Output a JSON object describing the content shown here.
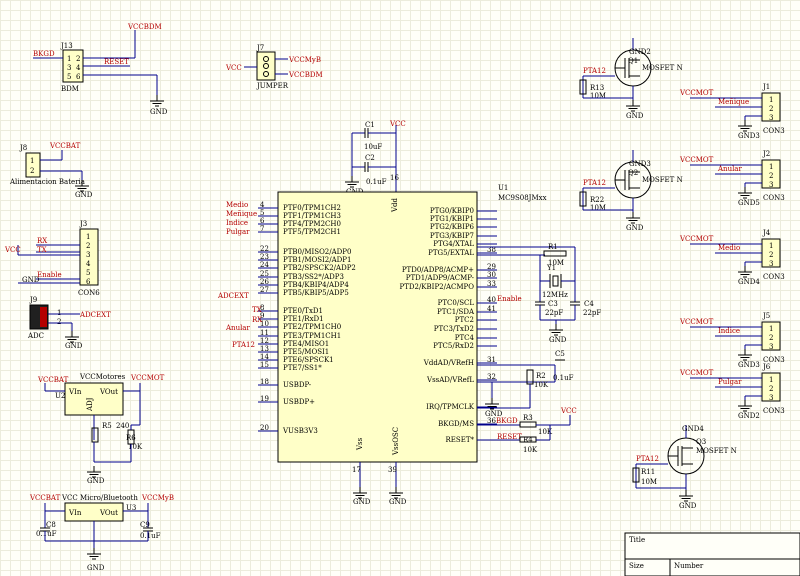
{
  "mcu": {
    "ref": "U1",
    "part": "MC9S08JMxx",
    "left_pins": [
      {
        "num": "4",
        "name": "PTF0/TPM1CH2"
      },
      {
        "num": "5",
        "name": "PTF1/TPM1CH3"
      },
      {
        "num": "6",
        "name": "PTF4/TPM2CH0"
      },
      {
        "num": "7",
        "name": "PTF5/TPM2CH1"
      },
      {
        "num": "22",
        "name": "PTB0/MISO2/ADP0"
      },
      {
        "num": "23",
        "name": "PTB1/MOSI2/ADP1"
      },
      {
        "num": "24",
        "name": "PTB2/SPSCK2/ADP2"
      },
      {
        "num": "25",
        "name": "PTB3/SS2*/ADP3"
      },
      {
        "num": "26",
        "name": "PTB4/KBIP4/ADP4"
      },
      {
        "num": "27",
        "name": "PTB5/KBIP5/ADP5"
      },
      {
        "num": "8",
        "name": "PTE0/TxD1"
      },
      {
        "num": "9",
        "name": "PTE1/RxD1"
      },
      {
        "num": "10",
        "name": "PTE2/TPM1CH0"
      },
      {
        "num": "11",
        "name": "PTE3/TPM1CH1"
      },
      {
        "num": "12",
        "name": "PTE4/MISO1"
      },
      {
        "num": "13",
        "name": "PTE5/MOSI1"
      },
      {
        "num": "14",
        "name": "PTE6/SPSCK1"
      },
      {
        "num": "15",
        "name": "PTE7/SS1*"
      },
      {
        "num": "18",
        "name": "USBDP-"
      },
      {
        "num": "19",
        "name": "USBDP+"
      },
      {
        "num": "20",
        "name": "VUSB3V3"
      }
    ],
    "right_pins": [
      {
        "num": "",
        "name": "PTG0/KBIP0"
      },
      {
        "num": "",
        "name": "PTG1/KBIP1"
      },
      {
        "num": "",
        "name": "PTG2/KBIP6"
      },
      {
        "num": "",
        "name": "PTG3/KBIP7"
      },
      {
        "num": "",
        "name": "PTG4/XTAL"
      },
      {
        "num": "38",
        "name": "PTG5/EXTAL"
      },
      {
        "num": "29",
        "name": "PTD0/ADP8/ACMP+"
      },
      {
        "num": "30",
        "name": "PTD1/ADP9/ACMP-"
      },
      {
        "num": "33",
        "name": "PTD2/KBIP2/ACMPO"
      },
      {
        "num": "40",
        "name": "PTC0/SCL"
      },
      {
        "num": "41",
        "name": "PTC1/SDA"
      },
      {
        "num": "",
        "name": "PTC2"
      },
      {
        "num": "",
        "name": "PTC3/TxD2"
      },
      {
        "num": "",
        "name": "PTC4"
      },
      {
        "num": "",
        "name": "PTC5/RxD2"
      },
      {
        "num": "31",
        "name": "VddAD/VRefH"
      },
      {
        "num": "32",
        "name": "VssAD/VRefL"
      },
      {
        "num": "",
        "name": "IRQ/TPMCLK"
      },
      {
        "num": "36",
        "name": "BKGD/MS"
      },
      {
        "num": "",
        "name": "RESET*"
      }
    ],
    "top_pins": [
      {
        "num": "16",
        "name": "Vdd"
      }
    ],
    "bottom_pins": [
      {
        "num": "17",
        "name": "Vss"
      },
      {
        "num": "39",
        "name": "VssOSC"
      }
    ]
  },
  "nets": {
    "vccbdm": "VCCBDM",
    "vcc": "VCC",
    "vccmyb": "VCCMyB",
    "vccbat": "VCCBAT",
    "vccmot": "VCCMOT",
    "bkgd": "BKGD",
    "reset": "RESET",
    "rx": "RX",
    "tx": "TX",
    "enable": "Enable",
    "adcext": "ADCEXT",
    "pta12": "PTA12",
    "medio": "Medio",
    "menique": "Meñique",
    "indice": "Indice",
    "pulgar": "Pulgar",
    "anular": "Anular",
    "vccmotores": "VCCMotores"
  },
  "connectors": {
    "j13": {
      "ref": "J13",
      "label": "BDM",
      "pins": [
        "1",
        "2",
        "3",
        "4",
        "5",
        "6"
      ]
    },
    "j7": {
      "ref": "J7",
      "label": "JUMPER"
    },
    "j8": {
      "ref": "J8",
      "label": "Alimentacion Bateria",
      "pins": [
        "1",
        "2"
      ]
    },
    "j3": {
      "ref": "J3",
      "label": "CON6",
      "pins": [
        "1",
        "2",
        "3",
        "4",
        "5",
        "6"
      ]
    },
    "j9": {
      "ref": "J9",
      "label": "ADC",
      "pins": [
        "1",
        "2"
      ]
    },
    "motors": [
      {
        "ref": "J1",
        "label": "CON3",
        "finger": "Meñique",
        "gnd": "GND3"
      },
      {
        "ref": "J2",
        "label": "CON3",
        "finger": "Anular",
        "gnd": "GND5"
      },
      {
        "ref": "J4",
        "label": "CON3",
        "finger": "Medio",
        "gnd": "GND4"
      },
      {
        "ref": "J5",
        "label": "CON3",
        "finger": "Indice",
        "gnd": "GND3"
      },
      {
        "ref": "J6",
        "label": "CON3",
        "finger": "Pulgar",
        "gnd": "GND2"
      }
    ]
  },
  "mosfets": [
    {
      "ref": "Q1",
      "type": "MOSFET N",
      "res": "R13",
      "rval": "10M",
      "gnd": "GND2",
      "gate": "PTA12"
    },
    {
      "ref": "Q2",
      "type": "MOSFET N",
      "res": "R22",
      "rval": "10M",
      "gnd": "GND3",
      "gate": "PTA12"
    },
    {
      "ref": "Q3",
      "type": "MOSFET N",
      "res": "R11",
      "rval": "10M",
      "gnd": "GND4",
      "gate": "PTA12"
    }
  ],
  "passives": {
    "c1": {
      "ref": "C1",
      "val": "10uF"
    },
    "c2": {
      "ref": "C2",
      "val": "0.1uF"
    },
    "r1": {
      "ref": "R1",
      "val": "10M"
    },
    "y1": {
      "ref": "Y1",
      "val": "12MHz"
    },
    "c3": {
      "ref": "C3",
      "val": "22pF"
    },
    "c4": {
      "ref": "C4",
      "val": "22pF"
    },
    "r2": {
      "ref": "R2",
      "val": "10K"
    },
    "c5": {
      "ref": "C5",
      "val": "0.1uF"
    },
    "r3": {
      "ref": "R3",
      "val": "10K"
    },
    "r4": {
      "ref": "R4",
      "val": "10K"
    },
    "r5": {
      "ref": "R5",
      "val": "240"
    },
    "r6": {
      "ref": "R6",
      "val": "10K"
    },
    "c8": {
      "ref": "C8",
      "val": "0.1uF"
    },
    "c9": {
      "ref": "C9",
      "val": "0.1uF"
    }
  },
  "regulators": [
    {
      "ref": "U2",
      "part": "ADJ",
      "vin": "VIn",
      "vout": "VOut",
      "title": "VCCMotores"
    },
    {
      "ref": "U3",
      "part": "",
      "vin": "VIn",
      "vout": "VOut",
      "title": "VCC Micro/Bluetooth"
    }
  ],
  "titleblock": {
    "title": "Title",
    "size": "Size",
    "number": "Number"
  },
  "gnd_label": "GND"
}
